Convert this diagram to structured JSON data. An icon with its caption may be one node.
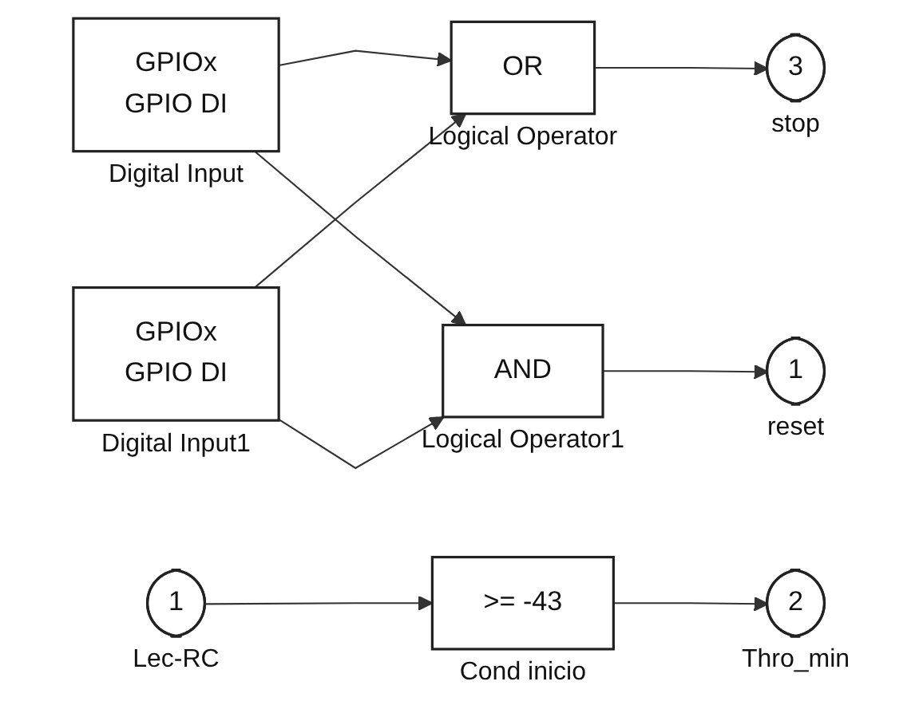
{
  "diagram": {
    "nodes": [
      {
        "text": [
          "GPIOx",
          "GPIO DI"
        ],
        "beside": [
          "Digital Input"
        ]
      },
      {
        "text": [
          "GPIOx",
          "GPIO DI"
        ],
        "beside": [
          "Digital Input1"
        ]
      },
      {
        "text": [
          "OR"
        ],
        "beside": [
          "Logical Operator"
        ]
      },
      {
        "text": [
          "AND"
        ],
        "beside": [
          "Logical Operator1"
        ]
      },
      {
        "text": [
          "3"
        ],
        "beside": [
          "stop"
        ]
      },
      {
        "text": [
          "1"
        ],
        "beside": [
          "reset"
        ]
      },
      {
        "text": [
          "1"
        ],
        "beside": [
          "Lec-RC"
        ]
      },
      {
        "text": [
          ">= -43"
        ],
        "beside": [
          "Cond inicio"
        ]
      },
      {
        "text": [
          "2"
        ],
        "beside": [
          "Thro_min"
        ]
      }
    ],
    "edges": [
      {
        "from": 0,
        "to": 2,
        "arrow": "to"
      },
      {
        "from": 0,
        "to": 3,
        "arrow": "to"
      },
      {
        "from": 1,
        "to": 2,
        "arrow": "to"
      },
      {
        "from": 1,
        "to": 3,
        "arrow": "to"
      },
      {
        "from": 2,
        "to": 4,
        "arrow": "to"
      },
      {
        "from": 3,
        "to": 5,
        "arrow": "to"
      },
      {
        "from": 6,
        "to": 7,
        "arrow": "to"
      },
      {
        "from": 7,
        "to": 8,
        "arrow": "to"
      }
    ]
  }
}
